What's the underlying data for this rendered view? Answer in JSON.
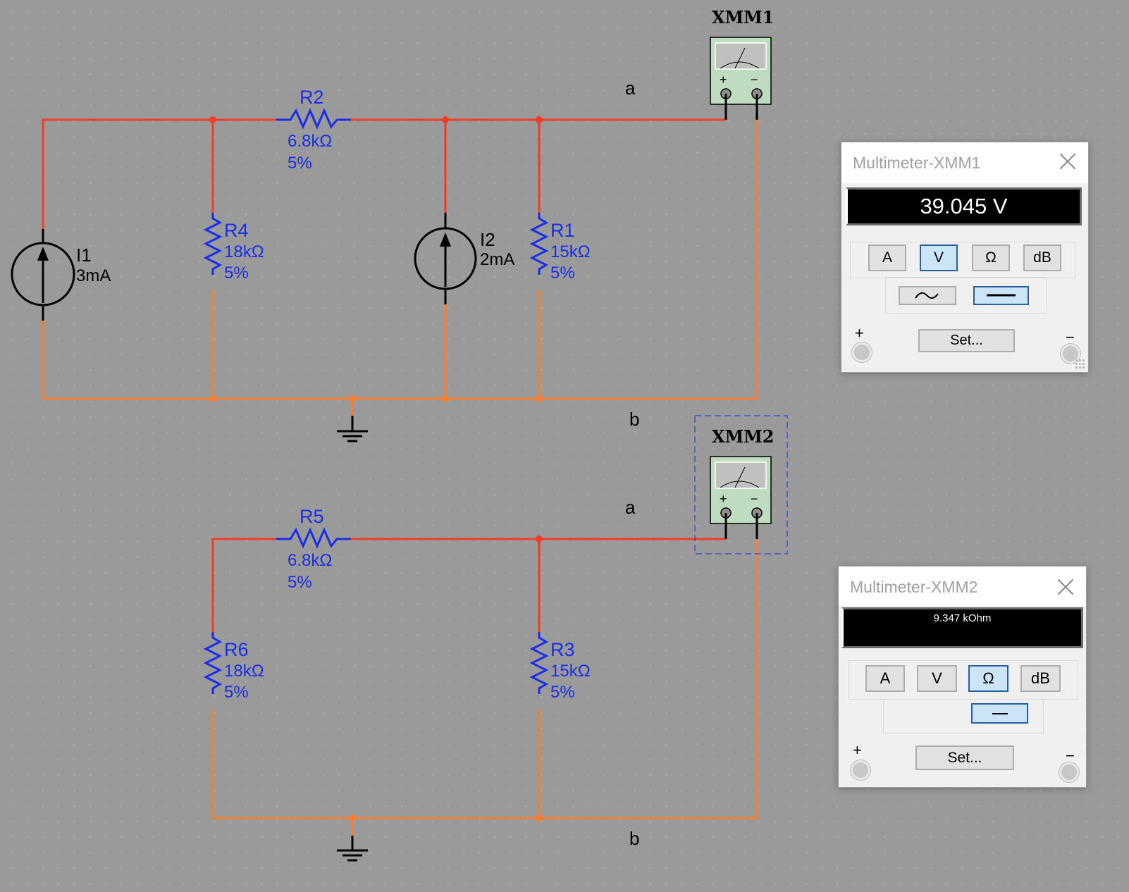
{
  "canvas": {
    "grid": "dotted",
    "wire_colors": {
      "hot": "#f23c2a",
      "return": "#f47f35",
      "component": "#1a2ee8",
      "probe": "#000000"
    }
  },
  "circuit1": {
    "sources": [
      {
        "ref": "I1",
        "value": "3mA"
      },
      {
        "ref": "I2",
        "value": "2mA"
      }
    ],
    "resistors": [
      {
        "ref": "R2",
        "value": "6.8kΩ",
        "tolerance": "5%"
      },
      {
        "ref": "R4",
        "value": "18kΩ",
        "tolerance": "5%"
      },
      {
        "ref": "R1",
        "value": "15kΩ",
        "tolerance": "5%"
      }
    ],
    "node_a": "a",
    "node_b": "b",
    "meter_ref": "XMM1"
  },
  "circuit2": {
    "resistors": [
      {
        "ref": "R5",
        "value": "6.8kΩ",
        "tolerance": "5%"
      },
      {
        "ref": "R6",
        "value": "18kΩ",
        "tolerance": "5%"
      },
      {
        "ref": "R3",
        "value": "15kΩ",
        "tolerance": "5%"
      }
    ],
    "node_a": "a",
    "node_b": "b",
    "meter_ref": "XMM2"
  },
  "meter_symbol": {
    "plus": "+",
    "minus": "−"
  },
  "multimeter1": {
    "title": "Multimeter-XMM1",
    "reading": "39.045 V",
    "mode_buttons": [
      "A",
      "V",
      "Ω",
      "dB"
    ],
    "active_mode": "V",
    "signal_buttons": [
      "ac-wave",
      "dc-line"
    ],
    "active_signal": "dc-line",
    "set_label": "Set...",
    "plus_label": "+",
    "minus_label": "−"
  },
  "multimeter2": {
    "title": "Multimeter-XMM2",
    "reading": "9.347 kOhm",
    "mode_buttons": [
      "A",
      "V",
      "Ω",
      "dB"
    ],
    "active_mode": "Ω",
    "signal_buttons": [
      "dc-line"
    ],
    "active_signal": "dc-line",
    "set_label": "Set...",
    "plus_label": "+",
    "minus_label": "−"
  }
}
